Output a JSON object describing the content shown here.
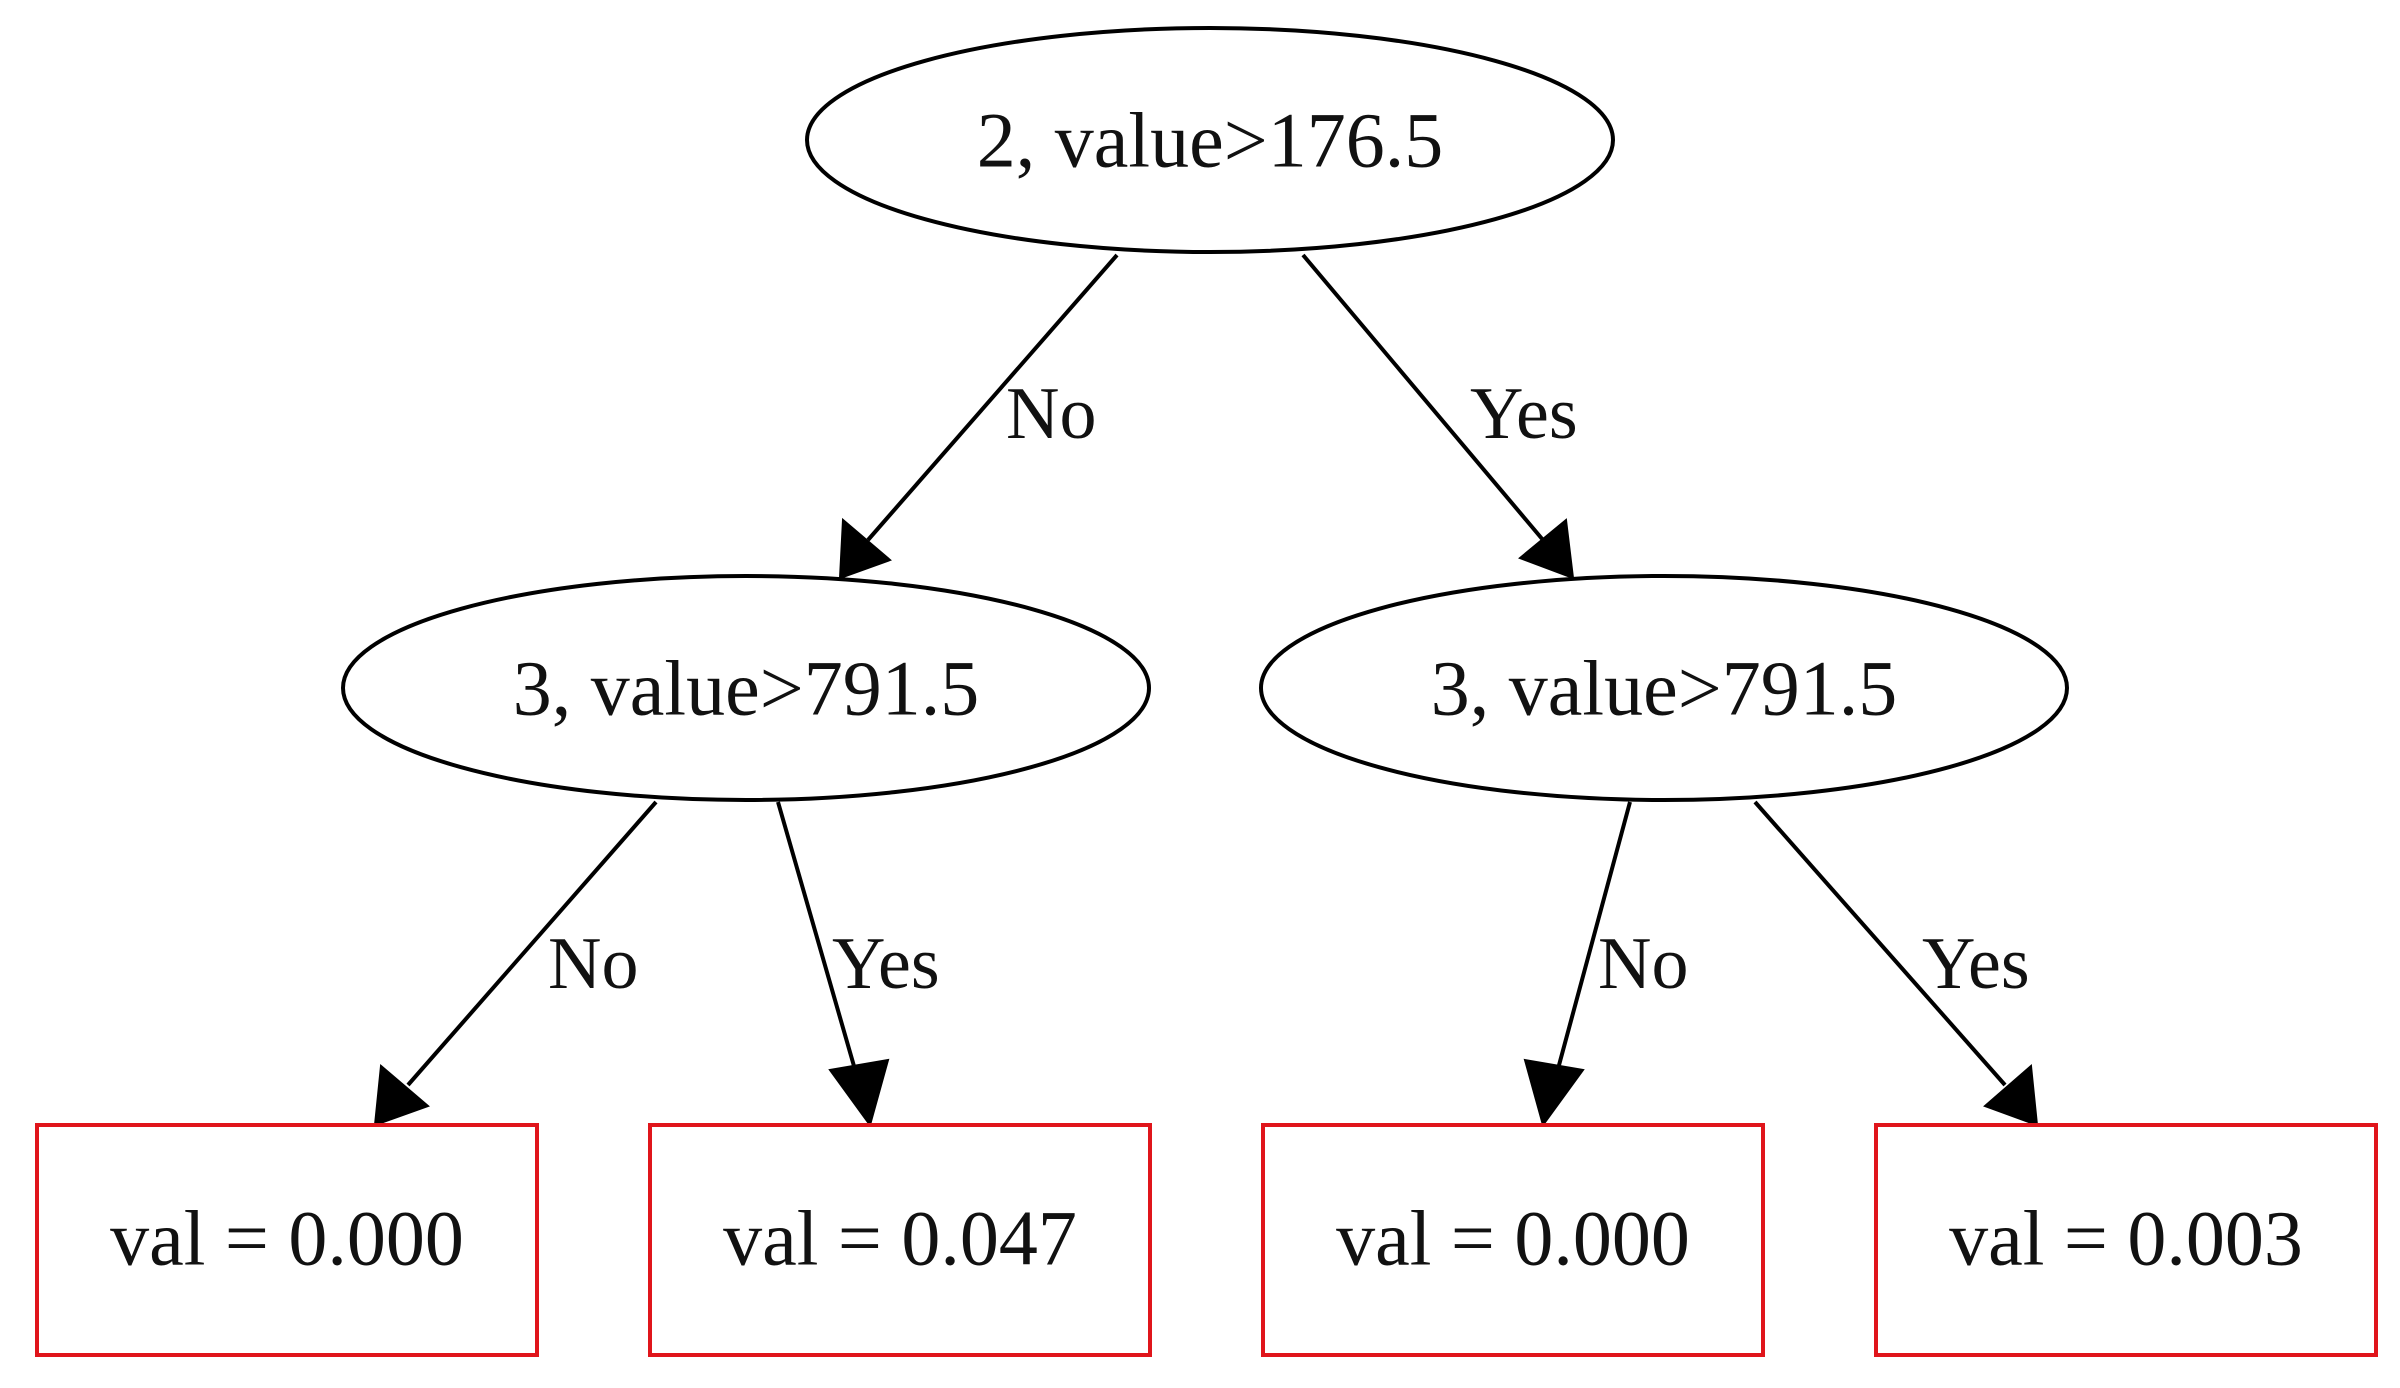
{
  "diagram": {
    "nodes": {
      "root": {
        "label": "2, value>176.5"
      },
      "left": {
        "label": "3, value>791.5"
      },
      "right": {
        "label": "3, value>791.5"
      }
    },
    "leaves": [
      {
        "label": "val = 0.000"
      },
      {
        "label": "val = 0.047"
      },
      {
        "label": "val = 0.000"
      },
      {
        "label": "val = 0.003"
      }
    ],
    "edges": {
      "root_left": "No",
      "root_right": "Yes",
      "left_leaf1": "No",
      "left_leaf2": "Yes",
      "right_leaf3": "No",
      "right_leaf4": "Yes"
    }
  },
  "colors": {
    "node_stroke": "#000000",
    "leaf_stroke": "#e0151b",
    "background": "#ffffff"
  }
}
